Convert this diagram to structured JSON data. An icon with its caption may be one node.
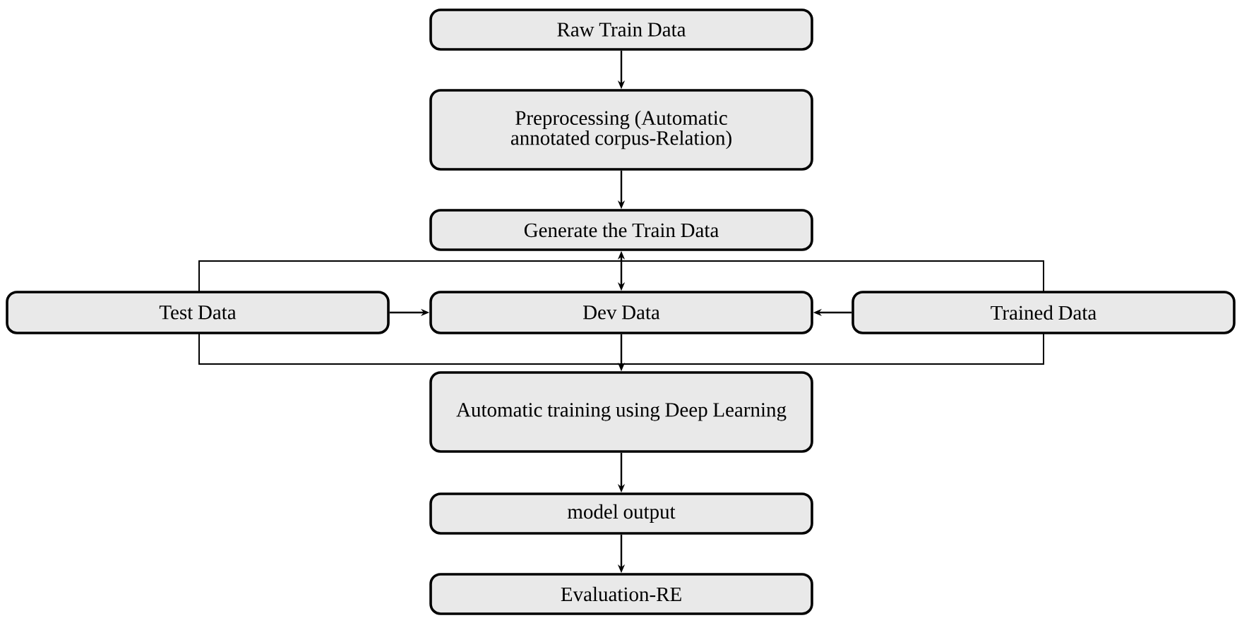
{
  "diagram": {
    "nodes": [
      {
        "text": [
          "Raw Train Data"
        ]
      },
      {
        "text": [
          "Preprocessing (Automatic annotated corpus-Relation)"
        ]
      },
      {
        "text": [
          "Generate the Train Data"
        ]
      },
      {
        "text": [
          "Test Data"
        ]
      },
      {
        "text": [
          "Dev Data"
        ]
      },
      {
        "text": [
          "Trained Data"
        ]
      },
      {
        "text": [
          "Automatic training using Deep Learning"
        ]
      },
      {
        "text": [
          "model output"
        ]
      },
      {
        "text": [
          "Evaluation-RE"
        ]
      }
    ],
    "edges": [
      {
        "from": 0,
        "to": 1,
        "arrow": "to"
      },
      {
        "from": 1,
        "to": 2,
        "arrow": "to"
      },
      {
        "from": 2,
        "to": 4,
        "arrow": "both"
      },
      {
        "from": 3,
        "to": 4,
        "arrow": "to"
      },
      {
        "from": 5,
        "to": 4,
        "arrow": "to"
      },
      {
        "from": 4,
        "to": 6,
        "arrow": "to"
      },
      {
        "from": 6,
        "to": 7,
        "arrow": "to"
      },
      {
        "from": 7,
        "to": 8,
        "arrow": "to"
      }
    ]
  }
}
